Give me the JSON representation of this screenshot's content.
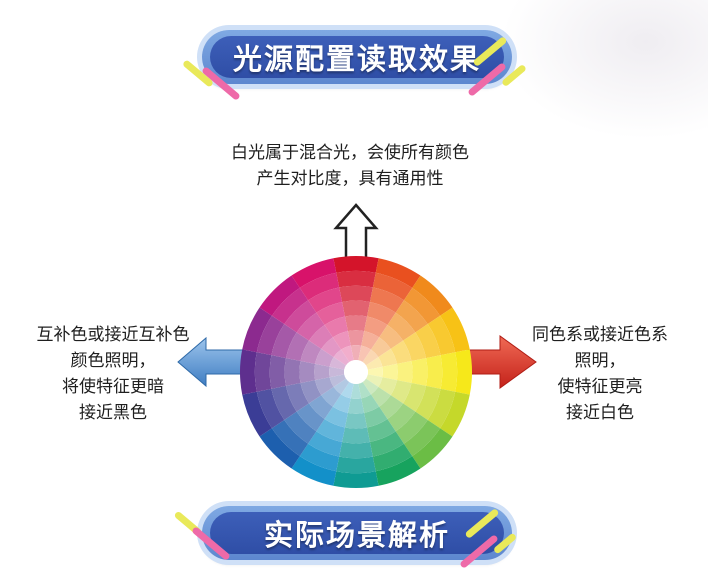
{
  "top_banner": {
    "title": "光源配置读取效果"
  },
  "bottom_banner": {
    "title": "实际场景解析"
  },
  "top_desc": {
    "line1": "白光属于混合光，会使所有颜色",
    "line2": "产生对比度，具有通用性"
  },
  "left_desc": {
    "line1": "互补色或接近互补色",
    "line2": "颜色照明，",
    "line3": "将使特征更暗",
    "line4": "接近黑色"
  },
  "right_desc": {
    "line1": "同色系或接近色系",
    "line2": "照明，",
    "line3": "使特征更亮",
    "line4": "接近白色"
  },
  "colors": {
    "banner_dark": "#2f4ea6",
    "left_arrow": "#4a86c8",
    "right_arrow": "#d62a20",
    "wheel_hues": [
      "#d4142a",
      "#e9501f",
      "#f08a1c",
      "#f7c216",
      "#f6e81a",
      "#c5d82a",
      "#6bbd45",
      "#17a35e",
      "#0f9b93",
      "#1390c9",
      "#1d5fae",
      "#3b3d96",
      "#5e2f8e",
      "#8c2a8f",
      "#c0187f",
      "#d8126a"
    ]
  }
}
